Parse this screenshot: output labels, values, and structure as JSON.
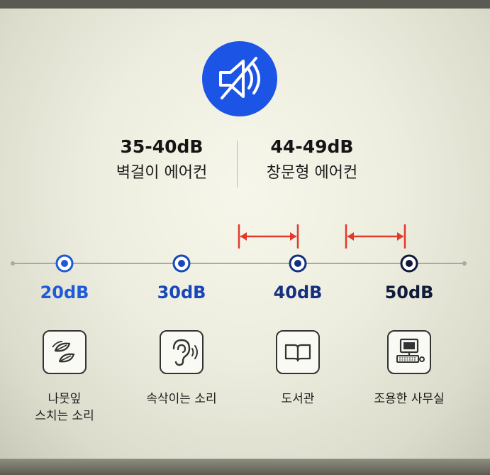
{
  "hero": {
    "icon": "speaker-muted-icon",
    "color": "#1c55e6"
  },
  "comparison": [
    {
      "value": "35-40dB",
      "label": "벽걸이 에어컨"
    },
    {
      "value": "44-49dB",
      "label": "창문형 에어컨"
    }
  ],
  "scale": {
    "points": [
      {
        "label": "20dB",
        "color": "#1f5ad8",
        "icon": "leaves-icon",
        "caption_line1": "나뭇잎",
        "caption_line2": "스치는 소리"
      },
      {
        "label": "30dB",
        "color": "#1747b8",
        "icon": "ear-icon",
        "caption_line1": "속삭이는 소리",
        "caption_line2": ""
      },
      {
        "label": "40dB",
        "color": "#14307e",
        "icon": "book-icon",
        "caption_line1": "도서관",
        "caption_line2": ""
      },
      {
        "label": "50dB",
        "color": "#101a3a",
        "icon": "computer-icon",
        "caption_line1": "조용한 사무실",
        "caption_line2": ""
      }
    ],
    "range_color": "#e03a2a"
  }
}
